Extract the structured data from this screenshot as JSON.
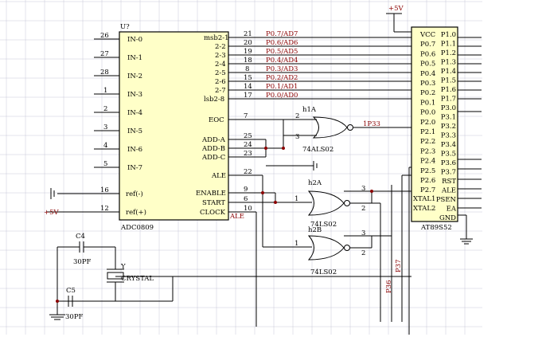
{
  "adc": {
    "designator": "U?",
    "part": "ADC0809",
    "left_pins": [
      {
        "num": "26",
        "name": "IN-0"
      },
      {
        "num": "27",
        "name": "IN-1"
      },
      {
        "num": "28",
        "name": "IN-2"
      },
      {
        "num": "1",
        "name": "IN-3"
      },
      {
        "num": "2",
        "name": "IN-4"
      },
      {
        "num": "3",
        "name": "IN-5"
      },
      {
        "num": "4",
        "name": "IN-6"
      },
      {
        "num": "5",
        "name": "IN-7"
      },
      {
        "num": "16",
        "name": "ref(-)"
      },
      {
        "num": "12",
        "name": "ref(+)"
      }
    ],
    "right_pins": [
      {
        "num": "21",
        "name": "msb2-1",
        "net": "P0.7/AD7"
      },
      {
        "num": "20",
        "name": "2-2",
        "net": "P0.6/AD6"
      },
      {
        "num": "19",
        "name": "2-3",
        "net": "P0.5/AD5"
      },
      {
        "num": "18",
        "name": "2-4",
        "net": "P0.4/AD4"
      },
      {
        "num": "8",
        "name": "2-5",
        "net": "P0.3/AD3"
      },
      {
        "num": "15",
        "name": "2-6",
        "net": "P0.2/AD2"
      },
      {
        "num": "14",
        "name": "2-7",
        "net": "P0.1/AD1"
      },
      {
        "num": "17",
        "name": "lsb2-8",
        "net": "P0.0/AD0"
      },
      {
        "num": "7",
        "name": "EOC",
        "net": ""
      },
      {
        "num": "25",
        "name": "ADD-A",
        "net": ""
      },
      {
        "num": "24",
        "name": "ADD-B",
        "net": ""
      },
      {
        "num": "23",
        "name": "ADD-C",
        "net": ""
      },
      {
        "num": "22",
        "name": "ALE",
        "net": ""
      },
      {
        "num": "9",
        "name": "ENABLE",
        "net": ""
      },
      {
        "num": "6",
        "name": "START",
        "net": ""
      },
      {
        "num": "10",
        "name": "CLOCK",
        "net": ""
      }
    ],
    "ale_net": "ALE"
  },
  "mcu": {
    "part": "AT89S52",
    "supply": "+5V",
    "left_pins": [
      "VCC",
      "P0.7",
      "P0.6",
      "P0.5",
      "P0.4",
      "P0.3",
      "P0.2",
      "P0.1",
      "P0.0",
      "P2.0",
      "P2.1",
      "P2.2",
      "P2.3",
      "P2.4",
      "P2.5",
      "P2.6",
      "P2.7"
    ],
    "right_pins": [
      "P1.0",
      "P1.1",
      "P1.2",
      "P1.3",
      "P1.4",
      "P1.5",
      "P1.6",
      "P1.7",
      "P3.0",
      "P3.1",
      "P3.2",
      "P3.3",
      "P3.4",
      "P3.5",
      "P3.6",
      "P3.7",
      "RST",
      "ALE",
      "PSEN",
      "EA",
      "GND"
    ],
    "xtal1": "XTAL1",
    "xtal2": "XTAL2"
  },
  "gates": {
    "g1": {
      "designator": "h1A",
      "part": "74ALS02",
      "in1": "2",
      "in2": "3",
      "out_net": "1P33"
    },
    "g2": {
      "designator": "h2A",
      "part": "74LS02",
      "in1": "1",
      "out1": "3",
      "out2": "2"
    },
    "g3": {
      "designator": "h2B",
      "part": "74LS02",
      "in1": "1",
      "out1": "3",
      "out2": "2"
    }
  },
  "nets": {
    "p36": "P36",
    "p37": "P37"
  },
  "supplies": {
    "vplus": "+5V"
  },
  "caps": {
    "c4": "C4",
    "c4v": "30PF",
    "c5": "C5",
    "c5v": "30PF"
  },
  "crystal": {
    "ref": "Y",
    "label": "CRYSTAL"
  }
}
